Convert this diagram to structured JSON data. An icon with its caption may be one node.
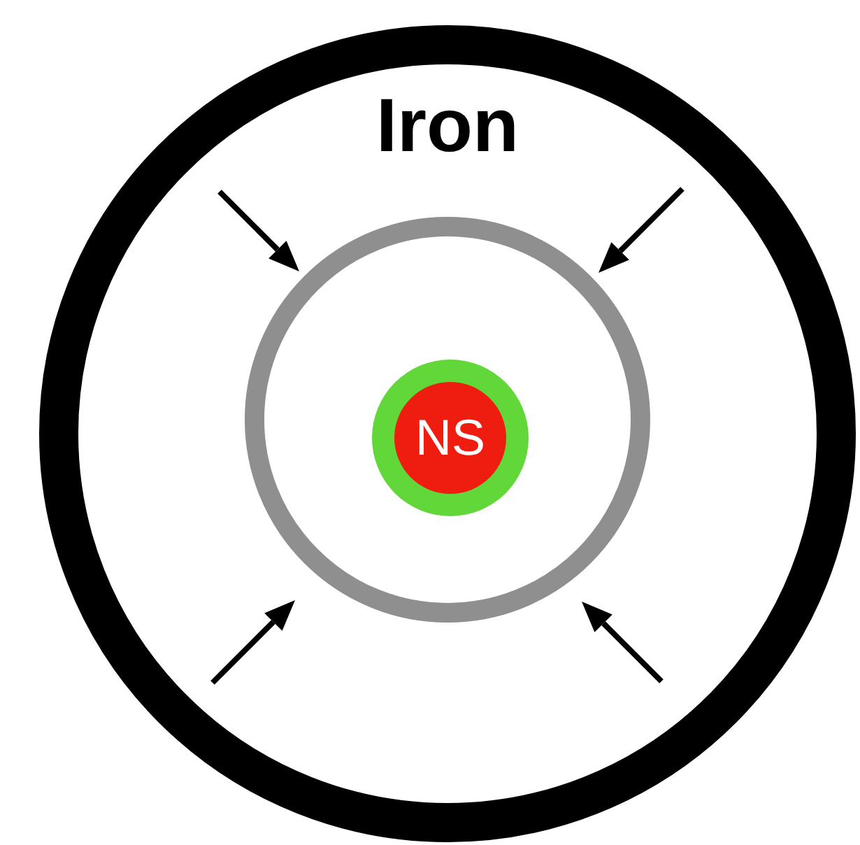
{
  "diagram": {
    "nodes": [
      {
        "text": [
          "Iron"
        ]
      },
      {
        "text": [],
        "shape": "circle",
        "in": 0
      },
      {
        "text": [],
        "shape": "circle",
        "in": 1
      },
      {
        "text": [
          "NS"
        ],
        "in": 2
      }
    ]
  }
}
